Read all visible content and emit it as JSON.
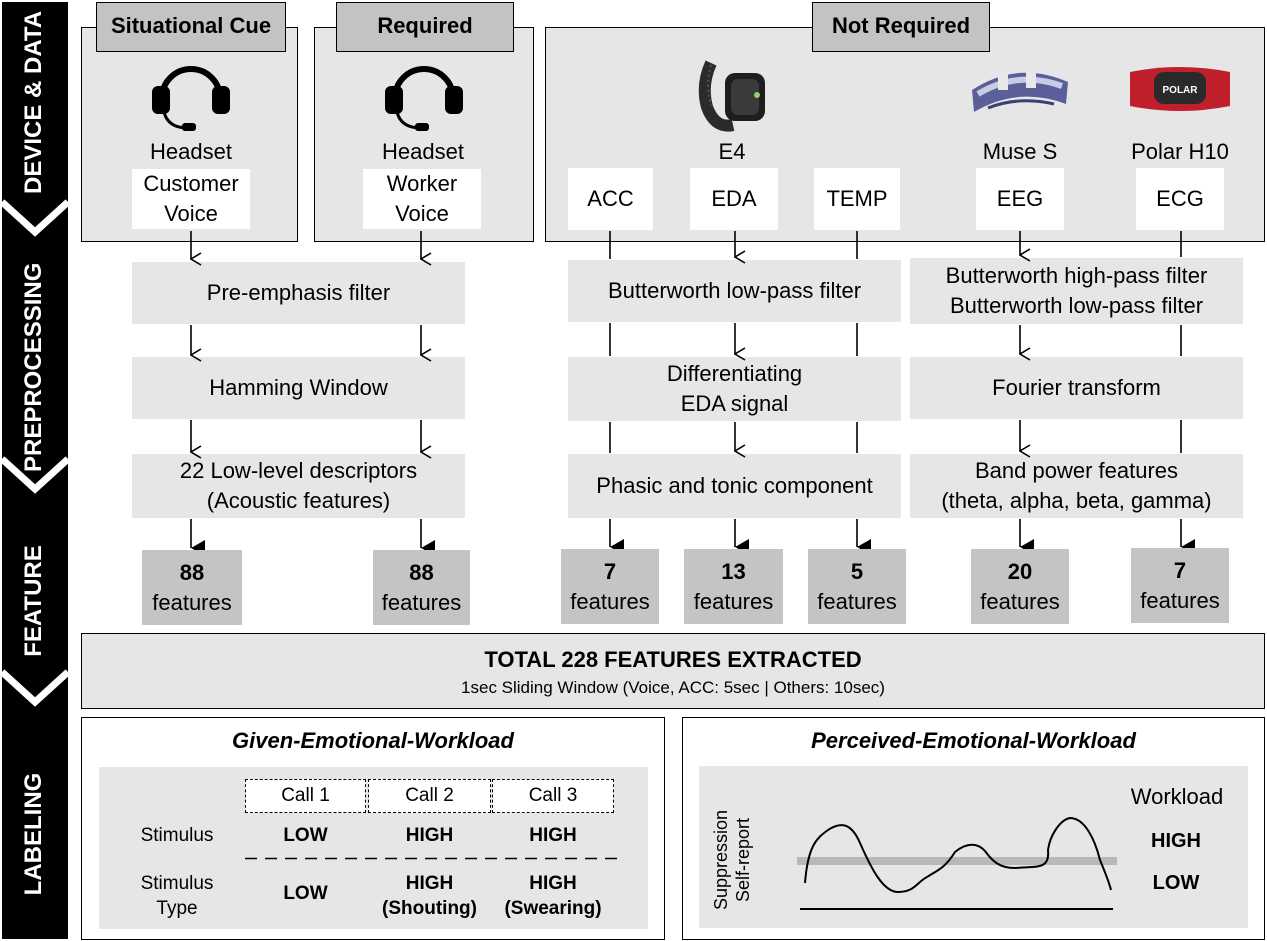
{
  "stages": {
    "device": "DEVICE & DATA",
    "preprocessing": "PREPROCESSING",
    "feature": "FEATURE",
    "labeling": "LABELING"
  },
  "groups": {
    "cue": "Situational Cue",
    "required": "Required",
    "not_required": "Not Required"
  },
  "devices": {
    "headset1": {
      "name": "Headset",
      "signal_line1": "Customer",
      "signal_line2": "Voice"
    },
    "headset2": {
      "name": "Headset",
      "signal_line1": "Worker",
      "signal_line2": "Voice"
    },
    "e4": {
      "name": "E4",
      "signals": [
        "ACC",
        "EDA",
        "TEMP"
      ]
    },
    "muse": {
      "name": "Muse S",
      "signal": "EEG"
    },
    "polar": {
      "name": "Polar H10",
      "signal": "ECG",
      "logo": "POLAR"
    }
  },
  "steps": {
    "preemph": "Pre-emphasis filter",
    "hamming": "Hamming Window",
    "lld_line1": "22 Low-level descriptors",
    "lld_line2": "(Acoustic features)",
    "butter_low": "Butterworth low-pass filter",
    "diff_line1": "Differentiating",
    "diff_line2": "EDA signal",
    "phasic": "Phasic and tonic component",
    "butter_high_line1": "Butterworth high-pass filter",
    "butter_high_line2": "Butterworth low-pass filter",
    "fourier": "Fourier transform",
    "band_line1": "Band power features",
    "band_line2": "(theta, alpha, beta, gamma)"
  },
  "features": {
    "unit": "features",
    "counts": {
      "cust": "88",
      "work": "88",
      "acc": "7",
      "eda": "13",
      "temp": "5",
      "eeg": "20",
      "ecg": "7"
    }
  },
  "total": {
    "title": "TOTAL 228 FEATURES EXTRACTED",
    "subtitle": "1sec Sliding Window (Voice, ACC: 5sec | Others: 10sec)"
  },
  "given": {
    "title": "Given-Emotional-Workload",
    "calls": [
      "Call 1",
      "Call 2",
      "Call 3"
    ],
    "row1_label": "Stimulus",
    "row1_values": [
      "LOW",
      "HIGH",
      "HIGH"
    ],
    "row2_label_line1": "Stimulus",
    "row2_label_line2": "Type",
    "row2_values": [
      "LOW",
      "HIGH",
      "HIGH"
    ],
    "row2_subs": [
      "",
      "(Shouting)",
      "(Swearing)"
    ]
  },
  "perceived": {
    "title": "Perceived-Emotional-Workload",
    "ylabel_line1": "Suppression",
    "ylabel_line2": "Self-report",
    "legend_title": "Workload",
    "high": "HIGH",
    "low": "LOW"
  },
  "colors": {
    "panel": "#e6e6e6",
    "feature": "#c4c4c4",
    "header": "#c3c3c3",
    "stage": "#000000"
  }
}
